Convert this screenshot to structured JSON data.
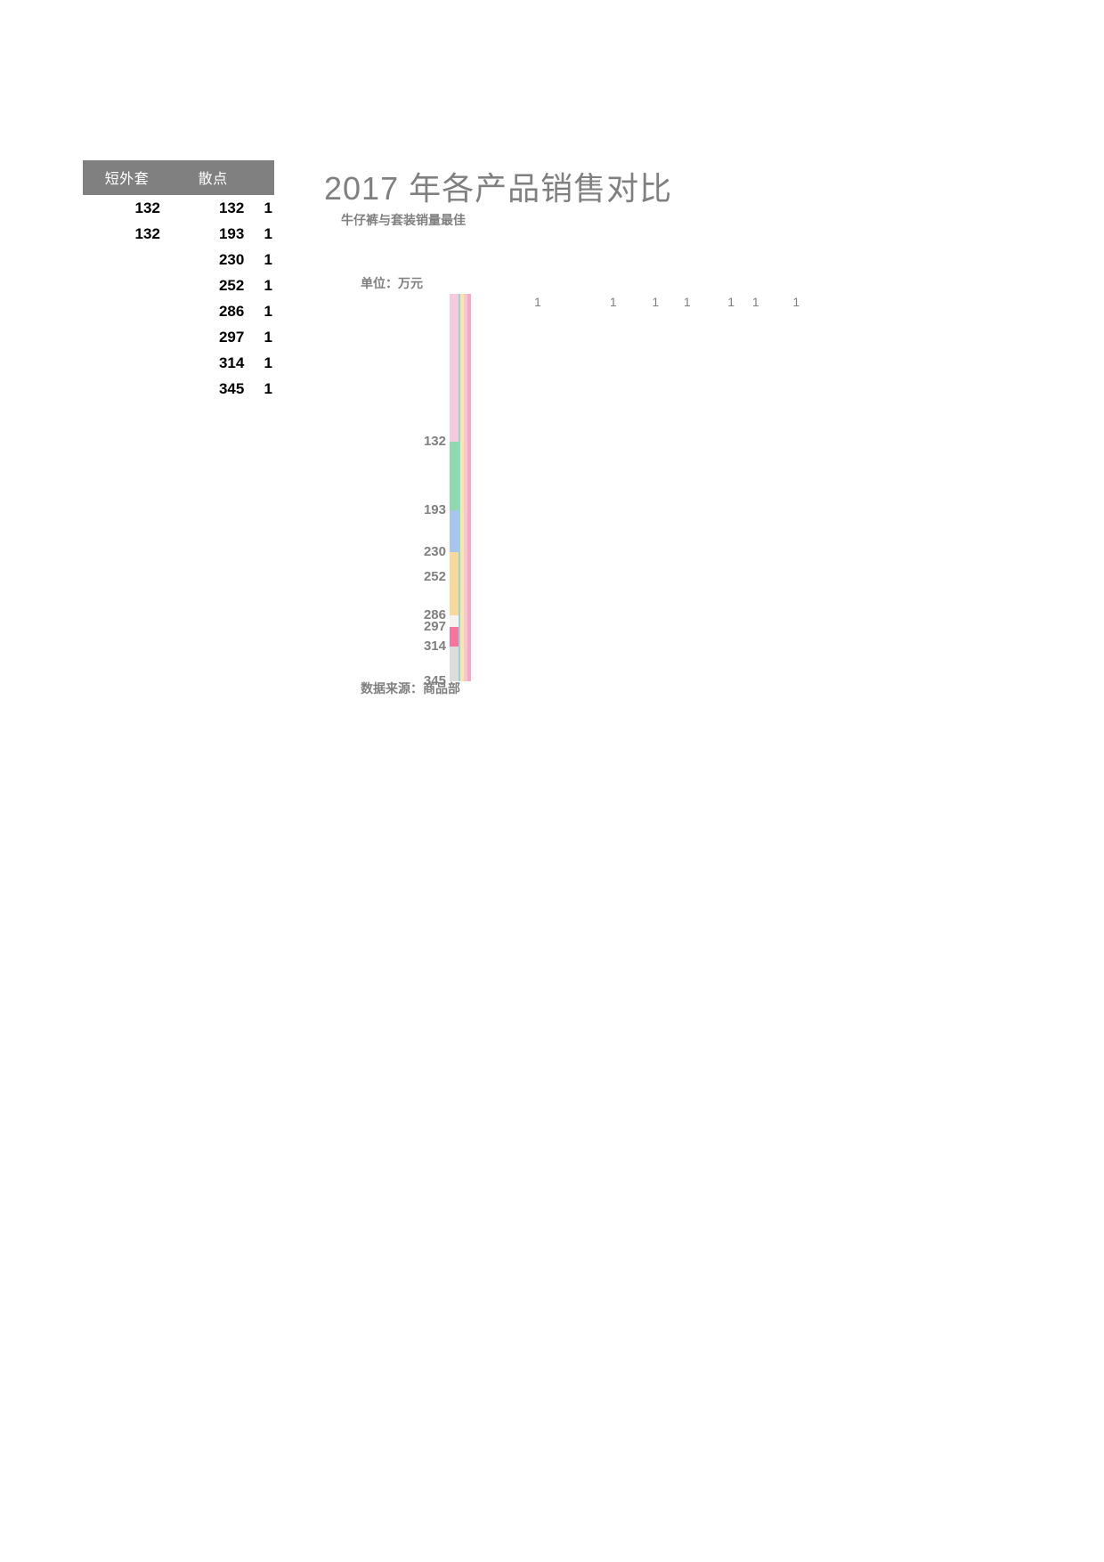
{
  "table": {
    "headers": [
      "短外套",
      "散点",
      ""
    ],
    "rows": [
      [
        "132",
        "132",
        "1"
      ],
      [
        "132",
        "193",
        "1"
      ],
      [
        "",
        "230",
        "1"
      ],
      [
        "",
        "252",
        "1"
      ],
      [
        "",
        "286",
        "1"
      ],
      [
        "",
        "297",
        "1"
      ],
      [
        "",
        "314",
        "1"
      ],
      [
        "",
        "345",
        "1"
      ]
    ]
  },
  "chart": {
    "title": "2017 年各产品销售对比",
    "subtitle": "牛仔裤与套装销量最佳",
    "unit": "单位：万元",
    "source": "数据来源：商品部"
  },
  "chart_data": {
    "type": "bar",
    "title": "2017 年各产品销售对比",
    "subtitle": "牛仔裤与套装销量最佳",
    "ylabel": "单位：万元",
    "xlabel": "",
    "source": "数据来源：商品部",
    "orientation": "vertical-stacked",
    "categories": [
      "132",
      "193",
      "230",
      "252",
      "286",
      "297",
      "314",
      "345"
    ],
    "values": [
      132,
      193,
      230,
      252,
      286,
      297,
      314,
      345
    ],
    "ylim": [
      0,
      345
    ],
    "grid": false,
    "legend": "none",
    "series": [
      {
        "name": "短外套",
        "values": [
          132,
          132
        ],
        "color": "#f9c6d8"
      },
      {
        "name": "散点",
        "values": [
          132,
          193,
          230,
          252,
          286,
          297,
          314,
          345
        ],
        "labels": [
          "1",
          "1",
          "1",
          "1",
          "1",
          "1",
          "1",
          "1"
        ],
        "color": "#9fd9c8"
      }
    ],
    "stack_segments": [
      {
        "label": "132",
        "color": "#f7c9dc",
        "start": 0,
        "end": 132
      },
      {
        "label": "193",
        "color": "#8fd9ae",
        "start": 132,
        "end": 193
      },
      {
        "label": "230",
        "color": "#a8c4f0",
        "start": 193,
        "end": 230
      },
      {
        "label": "252",
        "color": "#fad79a",
        "start": 230,
        "end": 286
      },
      {
        "label": "286",
        "color": "#f7f2f2",
        "start": 286,
        "end": 297
      },
      {
        "label": "297",
        "color": "#f9739f",
        "start": 297,
        "end": 314
      },
      {
        "label": "314",
        "color": "#dcdcdc",
        "start": 314,
        "end": 345
      }
    ],
    "thin_columns": [
      {
        "color": "#f9cede"
      },
      {
        "color": "#fbfbfb"
      },
      {
        "color": "#8fd9d2"
      },
      {
        "color": "#fbe6a8"
      },
      {
        "color": "#f9c6d8"
      },
      {
        "color": "#f9a8c4"
      }
    ],
    "point_labels": [
      {
        "text": "1",
        "x_pct": 0
      },
      {
        "text": "1",
        "x_pct": 21.5
      },
      {
        "text": "1",
        "x_pct": 33.5
      },
      {
        "text": "1",
        "x_pct": 42.5
      },
      {
        "text": "1",
        "x_pct": 55
      },
      {
        "text": "1",
        "x_pct": 62
      },
      {
        "text": "1",
        "x_pct": 73.5
      }
    ]
  }
}
